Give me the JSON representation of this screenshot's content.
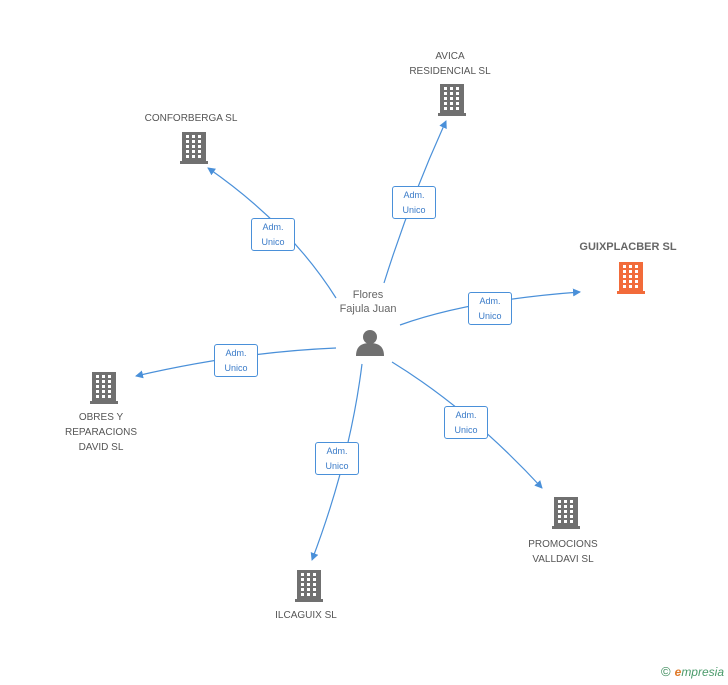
{
  "colors": {
    "edge": "#4a90d9",
    "building": "#707070",
    "focus_building": "#f26b3a"
  },
  "center": {
    "name": "Flores\nFajula Juan",
    "icon": "person-icon"
  },
  "nodes": [
    {
      "id": "conforberga",
      "label": "CONFORBERGA SL",
      "focus": false
    },
    {
      "id": "avica",
      "label": "AVICA\nRESIDENCIAL SL",
      "focus": false
    },
    {
      "id": "guixplacber",
      "label": "GUIXPLACBER SL",
      "focus": true
    },
    {
      "id": "obres",
      "label": "OBRES Y\nREPARACIONS\nDAVID SL",
      "focus": false
    },
    {
      "id": "promocions",
      "label": "PROMOCIONS\nVALLDAVI SL",
      "focus": false
    },
    {
      "id": "ilcaguix",
      "label": "ILCAGUIX SL",
      "focus": false
    }
  ],
  "edges": [
    {
      "to": "conforberga",
      "label": "Adm.\nUnico"
    },
    {
      "to": "avica",
      "label": "Adm.\nUnico"
    },
    {
      "to": "guixplacber",
      "label": "Adm.\nUnico"
    },
    {
      "to": "obres",
      "label": "Adm.\nUnico"
    },
    {
      "to": "promocions",
      "label": "Adm.\nUnico"
    },
    {
      "to": "ilcaguix",
      "label": "Adm.\nUnico"
    }
  ],
  "footer": {
    "copyright": "©",
    "brand_e": "e",
    "brand_rest": "mpresia"
  }
}
